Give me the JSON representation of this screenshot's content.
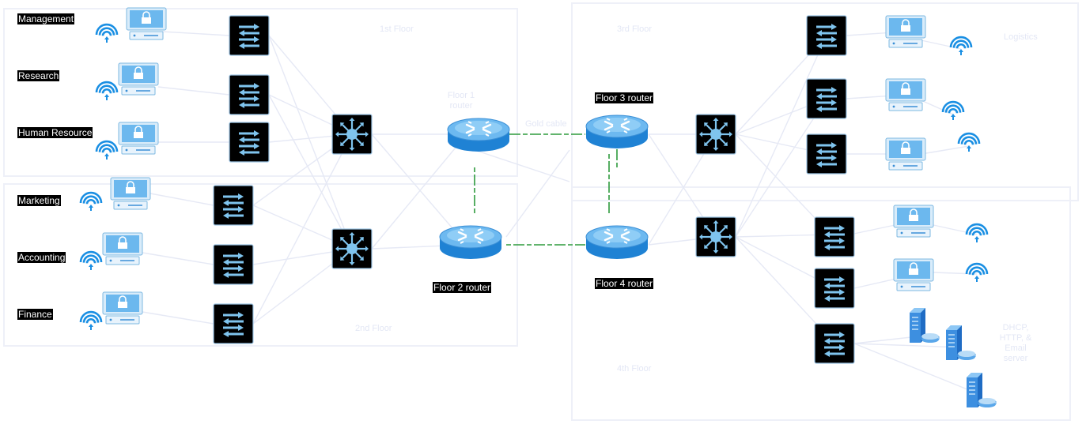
{
  "diagram": {
    "room_labels": {
      "management": "Management",
      "research": "Research",
      "human_resource": "Human Resource",
      "marketing": "Marketing",
      "accounting": "Accounting",
      "finance": "Finance"
    },
    "router_labels": {
      "floor1": "Floor 1 router",
      "floor2": "Floor 2 router",
      "floor3": "Floor 3 router",
      "floor4": "Floor 4 router"
    },
    "faint_labels": {
      "first_floor": "1st Floor",
      "second_floor": "2nd Floor",
      "third_floor": "3rd Floor",
      "fourth_floor": "4th Floor",
      "cable": "Gold cable",
      "logistics": "Logistics",
      "servers": "DHCP, HTTP, & Email server"
    },
    "link_colors": {
      "router_link": "#2e9b3d",
      "faint_link": "#e6e9f5",
      "floor_box": "#eef0f8"
    }
  }
}
